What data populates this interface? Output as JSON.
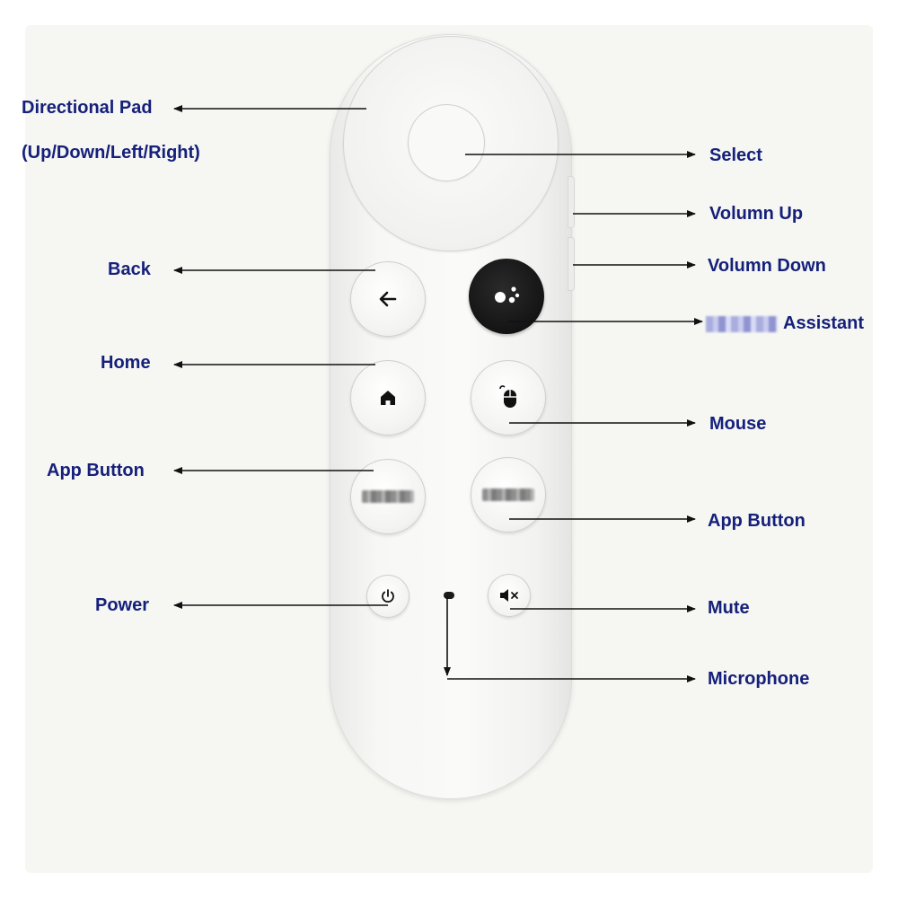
{
  "labels": {
    "directional_pad": "Directional Pad",
    "directional_pad_sub": "(Up/Down/Left/Right)",
    "select": "Select",
    "volume_up": "Volumn Up",
    "volume_down": "Volumn Down",
    "back": "Back",
    "assistant": "Assistant",
    "home": "Home",
    "mouse": "Mouse",
    "app_button_left": "App Button",
    "app_button_right": "App Button",
    "power": "Power",
    "mute": "Mute",
    "microphone": "Microphone"
  },
  "icons": {
    "back": "arrow-left-icon",
    "assistant": "assistant-dots-icon",
    "home": "house-icon",
    "mouse": "mouse-icon",
    "power": "power-icon",
    "mute": "speaker-mute-icon"
  },
  "colors": {
    "label_text": "#15207a",
    "remote_body": "#f7f7f5",
    "assistant_button": "#111111"
  }
}
